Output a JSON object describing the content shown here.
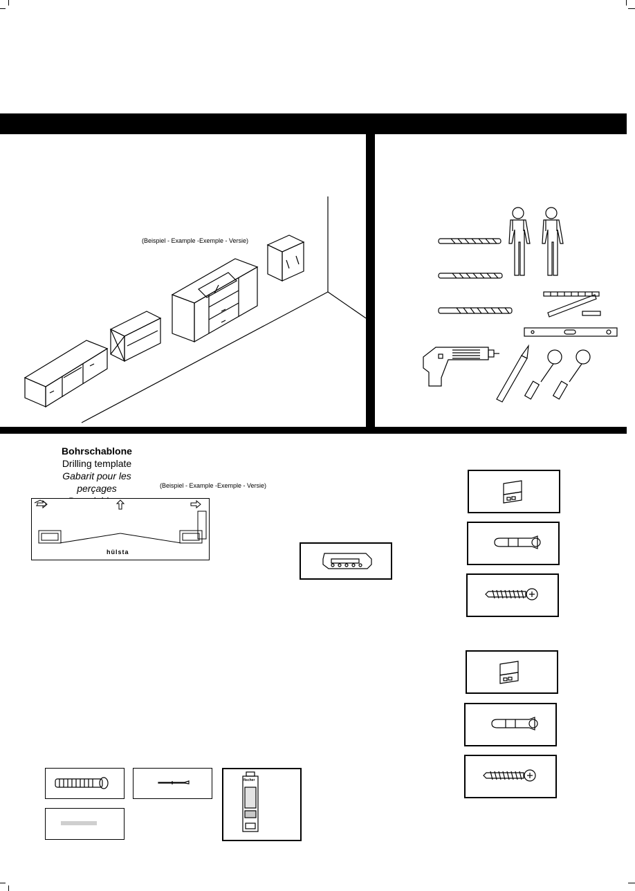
{
  "example_caption_top": "(Beispiel - Example -Exemple - Versie)",
  "template_heading": {
    "de": "Bohrschablone",
    "en": "Drilling template",
    "fr": "Gabarit pour les perçages",
    "nl": "Boorsjabloon"
  },
  "example_caption_template": "(Beispiel - Example -Exemple - Versie)",
  "template_logo": "hülsta",
  "cartridge_brand": "fischer",
  "icons": [
    "drill-bit-icon",
    "worker-icon",
    "folding-rule-icon",
    "spirit-level-icon",
    "power-drill-icon",
    "pencil-icon",
    "screwdriver-icon",
    "bracket-icon",
    "wall-plug-icon",
    "screw-icon",
    "anchor-sleeve-icon",
    "mounting-pin-icon",
    "mortar-cartridge-icon",
    "wooden-strip-icon"
  ],
  "colors": {
    "ink": "#000000",
    "paper": "#ffffff"
  }
}
